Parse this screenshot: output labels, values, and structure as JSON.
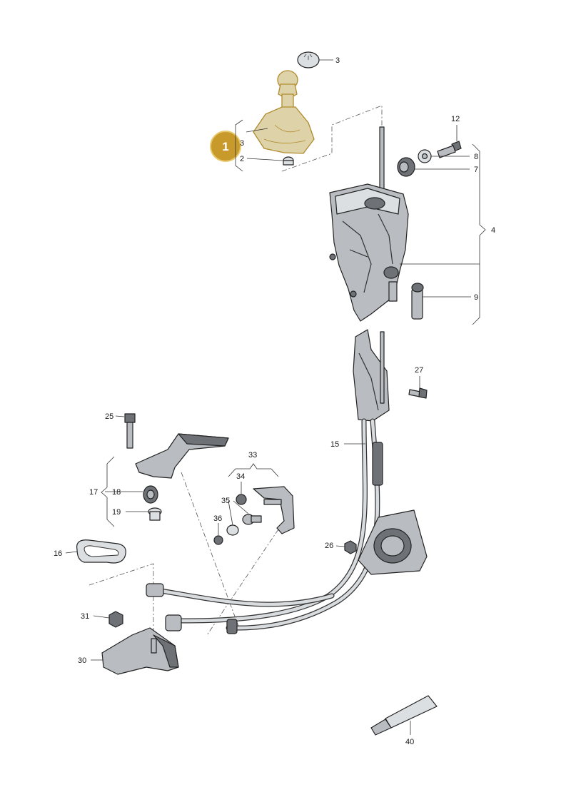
{
  "badge": {
    "label": "1"
  },
  "callouts": {
    "c3_top": "3",
    "c3_boot": "3",
    "c2": "2",
    "c12": "12",
    "c8": "8",
    "c7": "7",
    "c4": "4",
    "c9": "9",
    "c27": "27",
    "c25": "25",
    "c15": "15",
    "c33": "33",
    "c34": "34",
    "c17": "17",
    "c18": "18",
    "c19": "19",
    "c35": "35",
    "c36": "36",
    "c16": "16",
    "c26": "26",
    "c31": "31",
    "c30": "30",
    "c40": "40"
  },
  "colors": {
    "highlight_fill": "#ded3a8",
    "badge_fill": "#c89a2c",
    "part_metal": "#b9bcc0"
  }
}
